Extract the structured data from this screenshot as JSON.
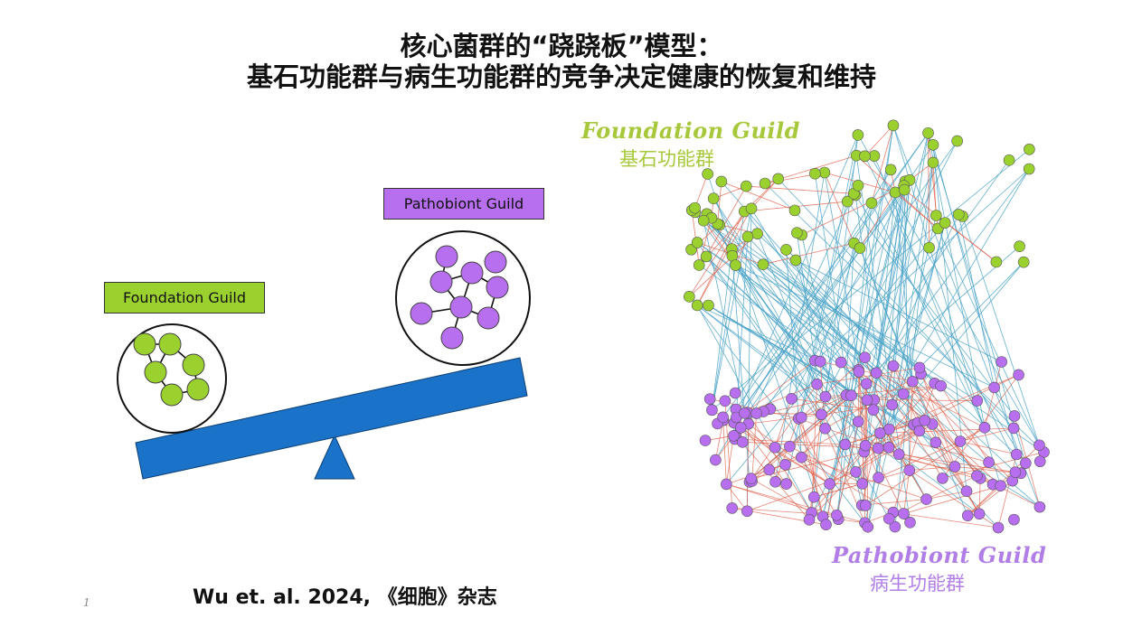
{
  "title": {
    "line1": "核心菌群的“跷跷板”模型：",
    "line2": "基石功能群与病生功能群的竞争决定健康的恢复和维持"
  },
  "seesaw": {
    "foundation_label": "Foundation Guild",
    "pathobiont_label": "Pathobiont Guild"
  },
  "network": {
    "foundation_en": "Foundation Guild",
    "foundation_zh": "基石功能群",
    "pathobiont_en": "Pathobiont Guild",
    "pathobiont_zh": "病生功能群"
  },
  "citation": "Wu et. al. 2024, 《细胞》杂志",
  "page_number": "1",
  "colors": {
    "foundation": "#9bd12f",
    "pathobiont": "#b76ff0",
    "beam": "#1a73c9",
    "cross_edge": "#4aa3c8",
    "intra_edge": "#e0604a"
  }
}
